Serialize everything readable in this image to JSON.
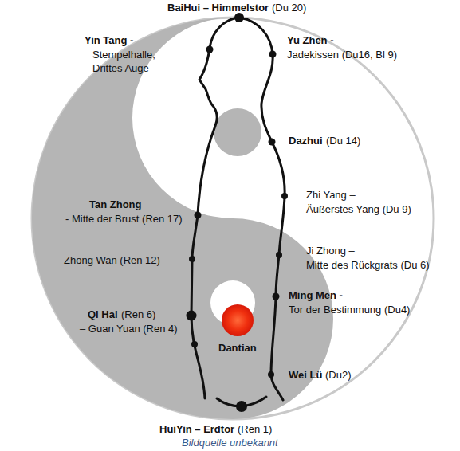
{
  "diagram": {
    "caption": "Bildquelle unbekannt",
    "labels": [
      "BaiHui – Himmelstor",
      "(Du 20)",
      "Yin Tang -",
      "Stempelhalle, Drittes Auge",
      "Yu Zhen -",
      "Jadekissen (Du16, Bl 9)",
      "Dazhui",
      "(Du 14)",
      "Zhi Yang –",
      "Äußerstes Yang (Du 9)",
      "Tan Zhong",
      "- Mitte der Brust (Ren 17)",
      "Zhong Wan (Ren 12)",
      "Ji Zhong –",
      "Mitte des Rückgrats (Du 6)",
      "Ming Men -",
      "Tor der Bestimmung (Du4)",
      "Qi Hai",
      "(Ren 6)",
      "– Guan Yuan (Ren 4)",
      "Dantian",
      "Wei Lü",
      "(Du2)",
      "HuiYin – Erdtor",
      "(Ren 1)"
    ]
  }
}
